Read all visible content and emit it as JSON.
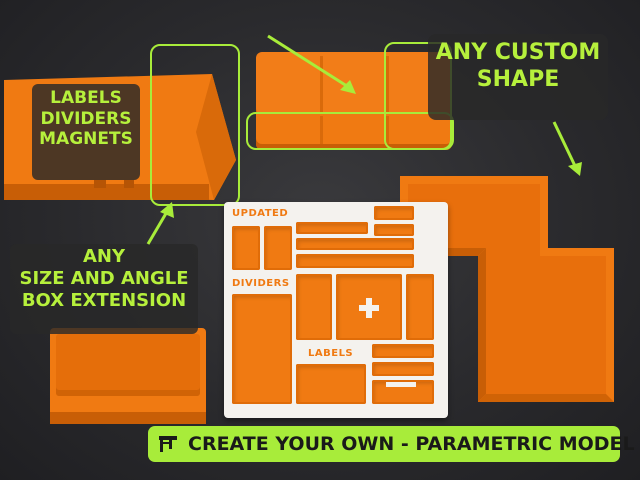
{
  "callouts": {
    "features": [
      "LABELS",
      "DIVIDERS",
      "MAGNETS"
    ],
    "custom_shape": [
      "ANY CUSTOM",
      "SHAPE"
    ],
    "size_angle": [
      "ANY",
      "SIZE AND ANGLE",
      "BOX EXTENSION"
    ]
  },
  "tray": {
    "updated": "UPDATED",
    "dividers": "DIVIDERS",
    "labels": "LABELS"
  },
  "banner": {
    "text": "CREATE YOUR OWN - PARAMETRIC MODEL",
    "icon": "caliper-icon"
  },
  "colors": {
    "accent": "#a8ec3a",
    "orange": "#f07a12",
    "background": "#2a2a2d"
  }
}
